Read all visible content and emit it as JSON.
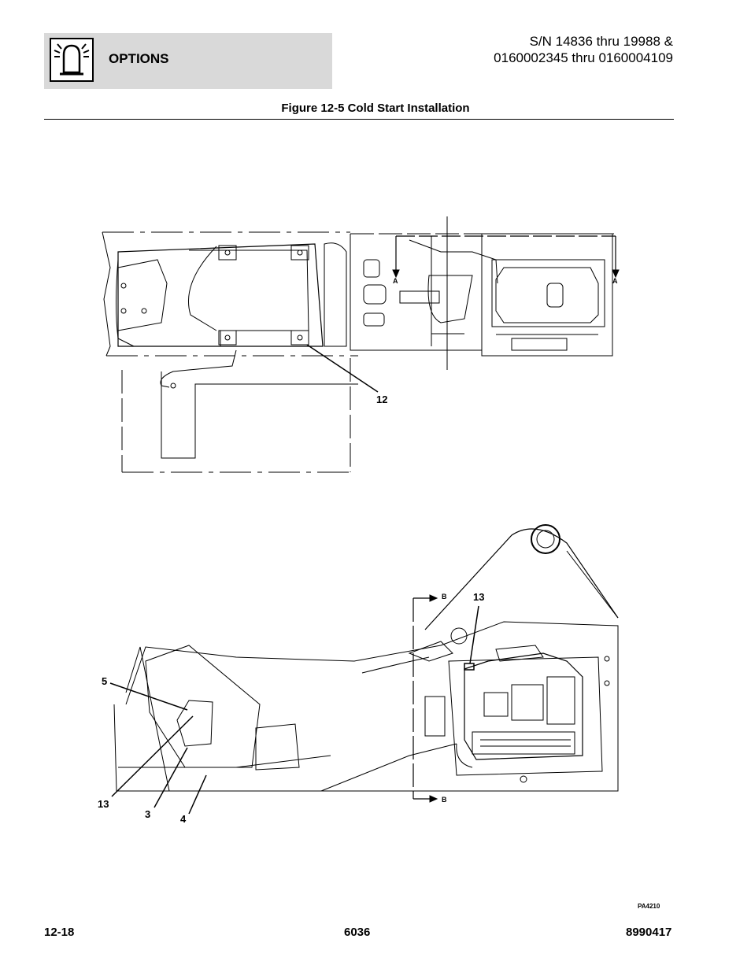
{
  "header": {
    "section_title": "OPTIONS",
    "icon": "beacon-light-icon",
    "serial_line1": "S/N 14836 thru 19988 &",
    "serial_line2": "0160002345 thru 0160004109"
  },
  "figure": {
    "title": "Figure 12-5 Cold Start Installation",
    "callouts": {
      "c12": "12",
      "c13_top": "13",
      "c5": "5",
      "c13_left": "13",
      "c3": "3",
      "c4": "4"
    },
    "section_marks": {
      "a_left": "A",
      "a_right": "A",
      "b_top": "B",
      "b_bottom": "B"
    },
    "art_code": "PA4210"
  },
  "footer": {
    "page_number": "12-18",
    "model": "6036",
    "manual_number": "8990417"
  }
}
